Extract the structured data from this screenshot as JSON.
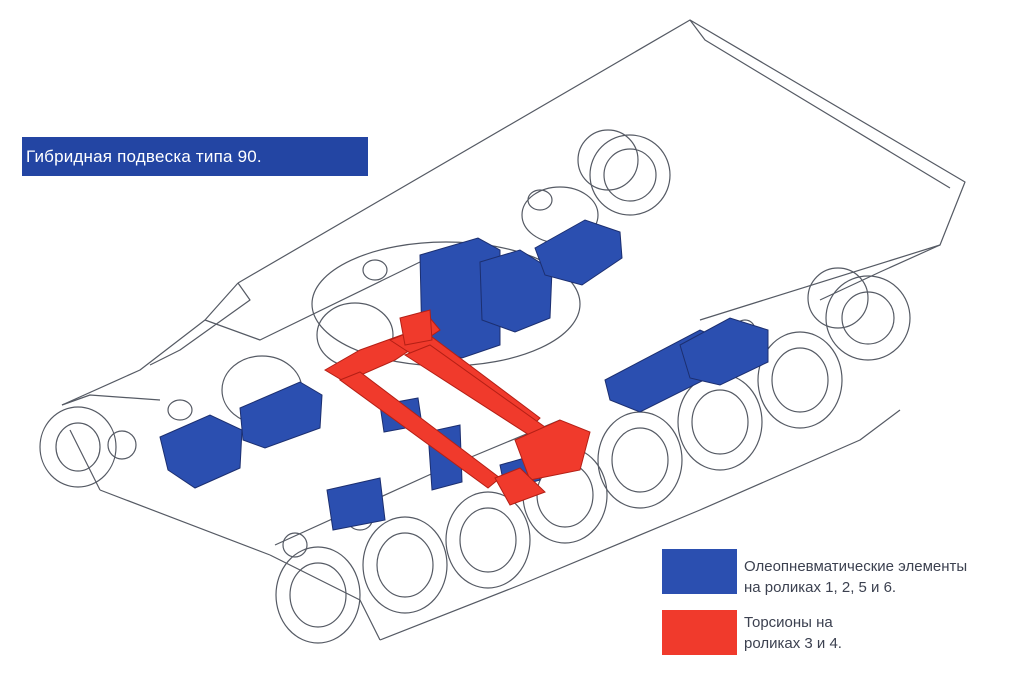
{
  "title": "Гибридная подвеска типа 90.",
  "legend": [
    {
      "line1": "Олеопневматические элементы",
      "line2": "на роликах 1, 2, 5 и 6.",
      "color": "#2b4fb0"
    },
    {
      "line1": "Торсионы на",
      "line2": "роликах 3 и 4.",
      "color": "#f03a2c"
    }
  ],
  "colors": {
    "outline": "#555a64",
    "hydropneumatic": "#2b4fb0",
    "torsion": "#f03a2c",
    "background": "#ffffff"
  }
}
